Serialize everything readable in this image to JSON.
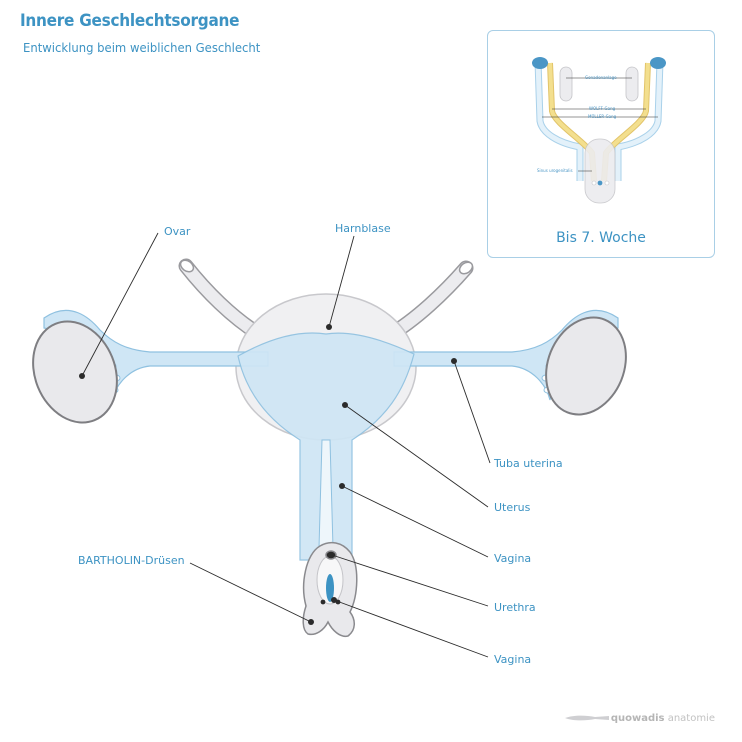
{
  "title": "Innere Geschlechtsorgane",
  "subtitle": "Entwicklung beim weiblichen Geschlecht",
  "labels": {
    "ovar": "Ovar",
    "harnblase": "Harnblase",
    "tuba_uterina": "Tuba uterina",
    "uterus": "Uterus",
    "vagina_1": "Vagina",
    "urethra": "Urethra",
    "vagina_2": "Vagina",
    "bartholin": "BARTHOLIN-Drüsen"
  },
  "inset": {
    "title": "Bis 7. Woche",
    "labels": {
      "gonadenanlage": "Gonadenanlage",
      "wolff": "WOLFF-Gang",
      "mueller": "MÜLLER-Gang",
      "sinus": "Sinus urogenitalis"
    }
  },
  "footer": {
    "brand": "quowadis",
    "suffix": "anatomie"
  },
  "colors": {
    "accent": "#3d93c3",
    "tissue_blue": "#cfe6f5",
    "tissue_stroke": "#8fc1e0",
    "ovary_fill": "#e9e9ec",
    "ovary_stroke": "#7e7e82",
    "duct_yellow": "#f3df8e"
  }
}
